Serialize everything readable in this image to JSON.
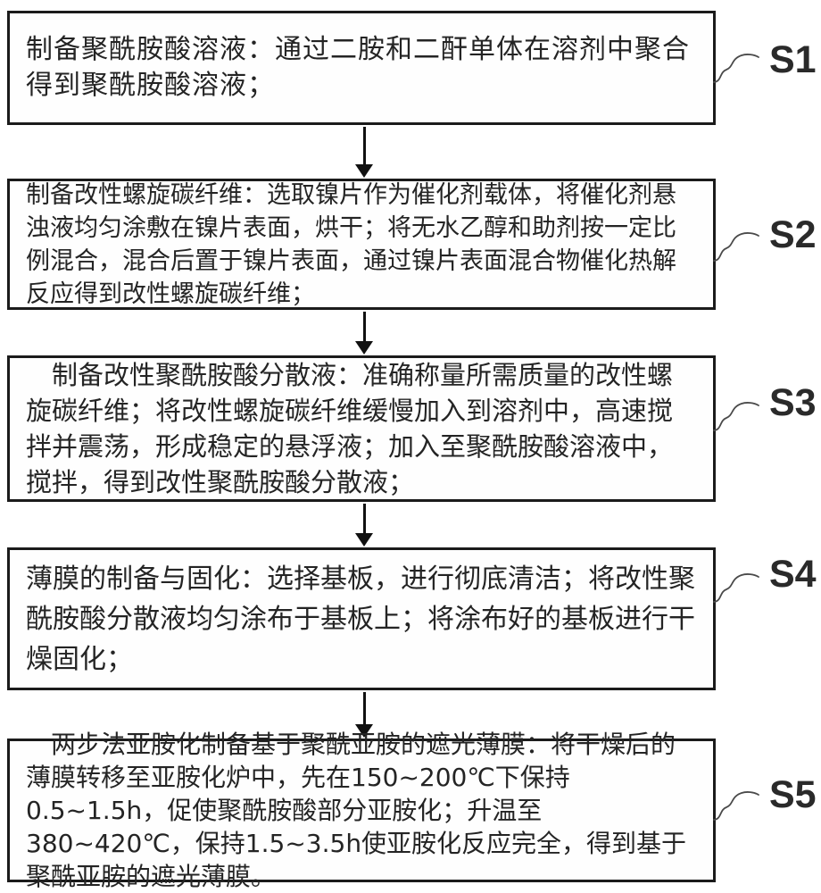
{
  "figure": {
    "type": "flowchart",
    "direction": "top-to-bottom",
    "description": "Five-step process flowchart for preparing a polyimide-based light-shielding film"
  },
  "steps": [
    {
      "label": "S1",
      "text": "制备聚酰胺酸溶液：通过二胺和二酐单体在溶剂中聚合得到聚酰胺酸溶液；"
    },
    {
      "label": "S2",
      "text": "制备改性螺旋碳纤维：选取镍片作为催化剂载体，将催化剂悬浊液均匀涂敷在镍片表面，烘干；将无水乙醇和助剂按一定比例混合，混合后置于镍片表面，通过镍片表面混合物催化热解反应得到改性螺旋碳纤维；"
    },
    {
      "label": "S3",
      "text": "制备改性聚酰胺酸分散液：准确称量所需质量的改性螺旋碳纤维；将改性螺旋碳纤维缓慢加入到溶剂中，高速搅拌并震荡，形成稳定的悬浮液；加入至聚酰胺酸溶液中，搅拌，得到改性聚酰胺酸分散液；"
    },
    {
      "label": "S4",
      "text": "薄膜的制备与固化：选择基板，进行彻底清洁；将改性聚酰胺酸分散液均匀涂布于基板上；将涂布好的基板进行干燥固化；"
    },
    {
      "label": "S5",
      "text": "两步法亚胺化制备基于聚酰亚胺的遮光薄膜：将干燥后的薄膜转移至亚胺化炉中，先在150~200℃下保持0.5~1.5h，促使聚酰胺酸部分亚胺化；升温至380~420℃，保持1.5~3.5h使亚胺化反应完全，得到基于聚酰亚胺的遮光薄膜。"
    }
  ],
  "colors": {
    "background": "#ffffff",
    "box_border": "#1b1b1b",
    "text": "#242424",
    "label": "#2a2a2a",
    "arrow": "#111111",
    "connector": "#4a4a4a"
  }
}
